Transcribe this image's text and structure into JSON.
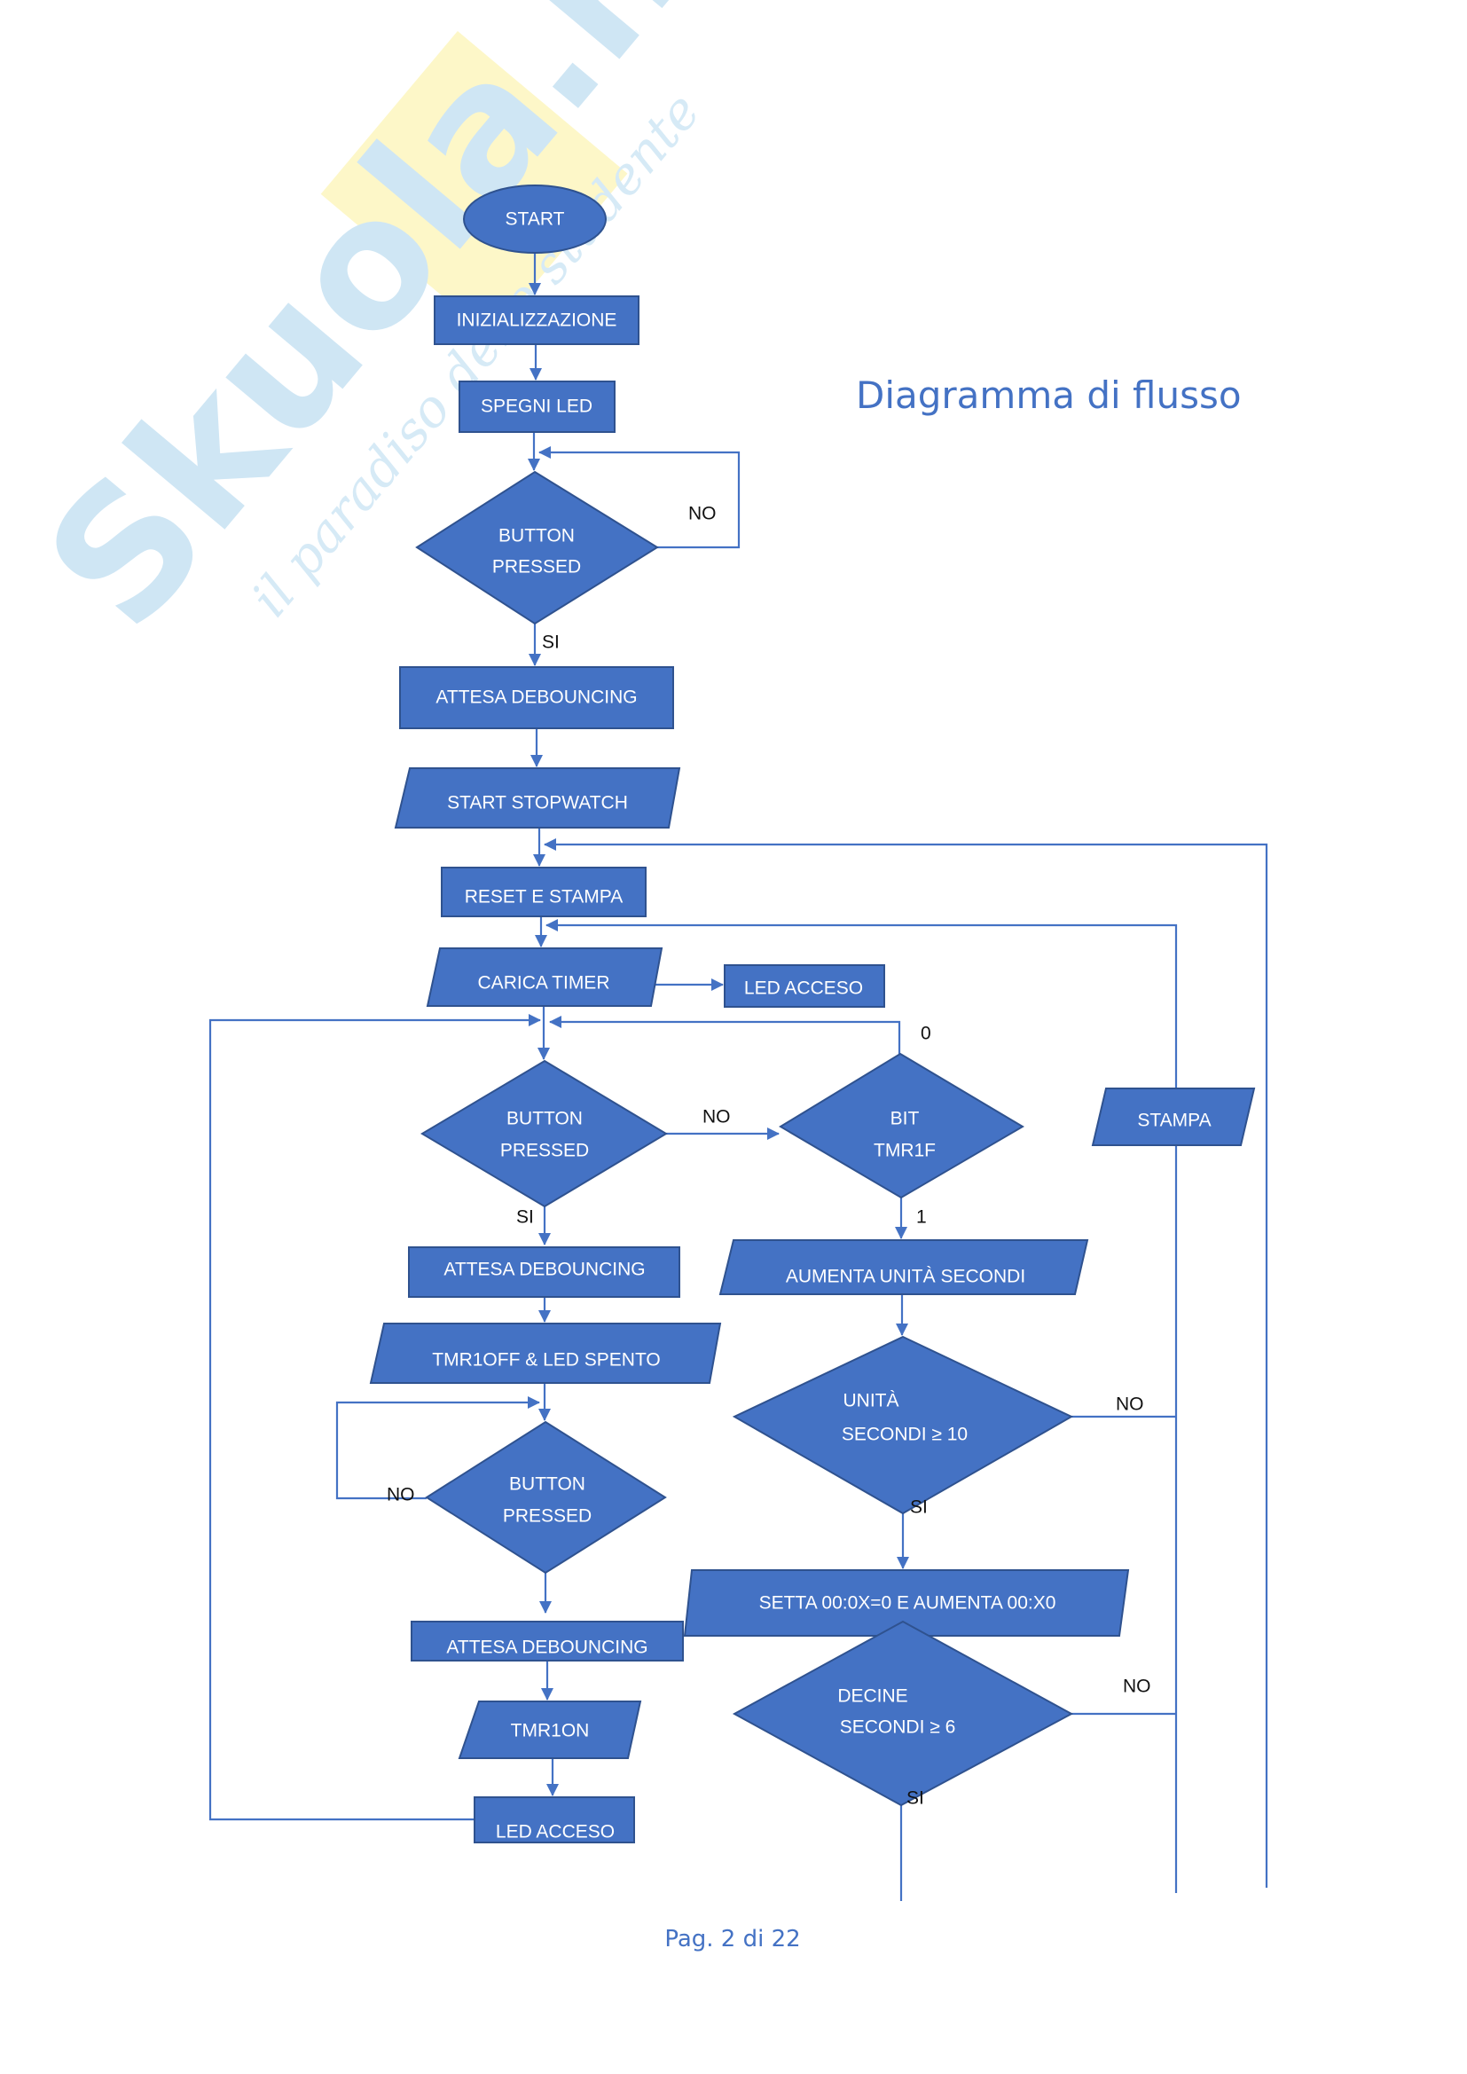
{
  "document": {
    "title": "Diagramma di flusso",
    "footer": "Pag. 2 di 22",
    "colors": {
      "shape_fill": "#4472c4",
      "shape_border": "#2f528f",
      "connector": "#4472c4",
      "title": "#4472c4",
      "watermark_blue": "#cfe6f4",
      "watermark_yellow": "#fdf7c8"
    },
    "watermark": {
      "brand": "Skuola.net",
      "tagline": "il paradiso dello studente"
    }
  },
  "nodes": {
    "start": "START",
    "init": "INIZIALIZZAZIONE",
    "spegni_led": "SPEGNI LED",
    "button_pressed_1": [
      "BUTTON",
      "PRESSED"
    ],
    "attesa_debouncing_1": "ATTESA DEBOUNCING",
    "start_stopwatch": "START STOPWATCH",
    "reset_stampa": "RESET E STAMPA",
    "carica_timer": "CARICA TIMER",
    "led_acceso_1": "LED ACCESO",
    "button_pressed_2": [
      "BUTTON",
      "PRESSED"
    ],
    "bit_tmr1f": [
      "BIT",
      "TMR1F"
    ],
    "stampa": "STAMPA",
    "attesa_debouncing_2": "ATTESA DEBOUNCING",
    "aumenta_unita": "AUMENTA UNITÀ SECONDI",
    "tmr1off": "TMR1OFF & LED SPENTO",
    "unita_secondi": [
      "UNITÀ",
      "SECONDI ≥ 10"
    ],
    "button_pressed_3": [
      "BUTTON",
      "PRESSED"
    ],
    "setta": "SETTA 00:0X=0 E AUMENTA 00:X0",
    "attesa_debouncing_3": "ATTESA DEBOUNCING",
    "decine_secondi": [
      "DECINE",
      "SECONDI ≥ 6"
    ],
    "tmr1on": "TMR1ON",
    "led_acceso_2": "LED ACCESO"
  },
  "edge_labels": {
    "bp1_no": "NO",
    "bp1_si": "SI",
    "bp2_no": "NO",
    "bp2_si": "SI",
    "tmr1f_0": "0",
    "tmr1f_1": "1",
    "unita_no": "NO",
    "unita_si": "SI",
    "bp3_no": "NO",
    "decine_no": "NO",
    "decine_si": "SI"
  }
}
